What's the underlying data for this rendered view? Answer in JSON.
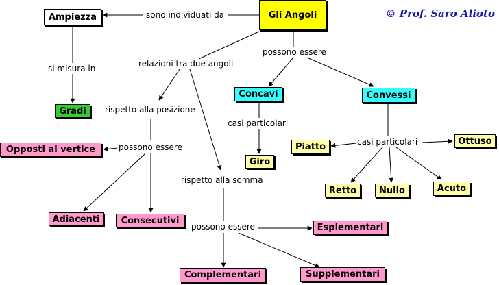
{
  "copyright": {
    "symbol": "©",
    "author": "Prof. Saro Alioto"
  },
  "nodes": {
    "gli_angoli": "Gli Angoli",
    "ampiezza": "Ampiezza",
    "gradi": "Gradi",
    "concavi": "Concavi",
    "convessi": "Convessi",
    "giro": "Giro",
    "piatto": "Piatto",
    "ottuso": "Ottuso",
    "retto": "Retto",
    "nullo": "Nullo",
    "acuto": "Acuto",
    "opposti_al_vertice": "Opposti al vertice",
    "adiacenti": "Adiacenti",
    "consecutivi": "Consecutivi",
    "esplementari": "Esplementari",
    "complementari": "Complementari",
    "supplementari": "Supplementari"
  },
  "links": {
    "sono_individuati_da": "sono individuati da",
    "si_misura_in": "si misura in",
    "relazioni_tra_due_angoli": "relazioni tra due angoli",
    "possono_essere_top": "possono essere",
    "casi_particolari_concavi": "casi particolari",
    "casi_particolari_convessi": "casi particolari",
    "rispetto_alla_posizione": "rispetto alla posizione",
    "possono_essere_posizione": "possono essere",
    "rispetto_alla_somma": "rispetto alla somma",
    "possono_essere_somma": "possono essere"
  },
  "colors": {
    "root": "#ffff00",
    "white": "#ffffff",
    "green": "#33cc33",
    "cyan": "#33ffff",
    "light_yellow": "#ffffaa",
    "pink": "#ff99cc",
    "copyright": "#1a1aa6"
  }
}
